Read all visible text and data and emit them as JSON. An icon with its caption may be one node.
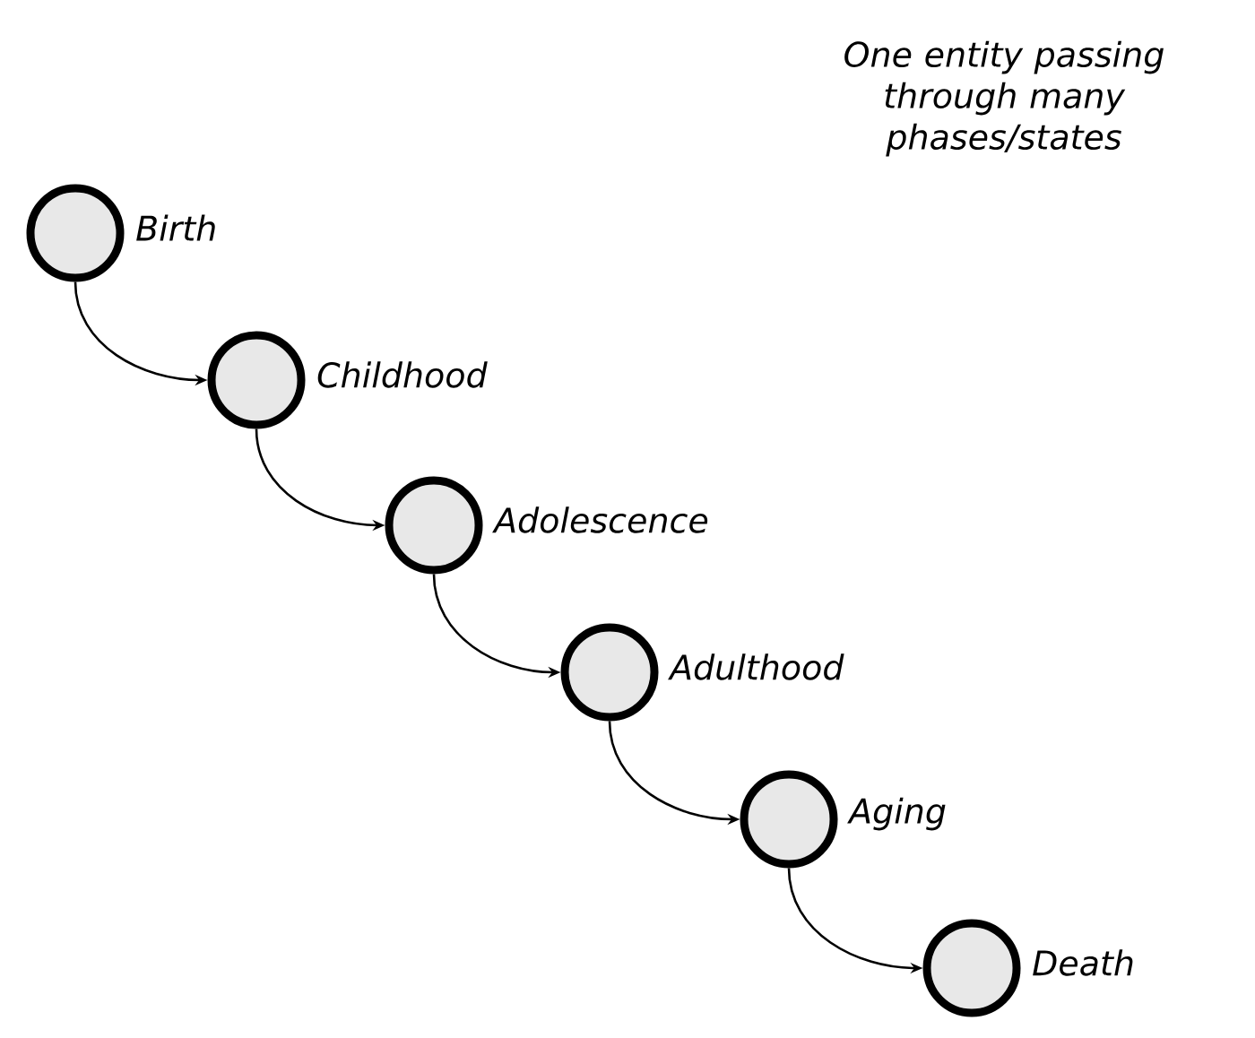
{
  "diagram": {
    "nodes": [
      {
        "text": [],
        "shape": "circle",
        "beside": [
          "Birth"
        ]
      },
      {
        "text": [],
        "shape": "circle",
        "beside": [
          "Childhood"
        ]
      },
      {
        "text": [],
        "shape": "circle",
        "beside": [
          "Adolescence"
        ]
      },
      {
        "text": [],
        "shape": "circle",
        "beside": [
          "Adulthood"
        ]
      },
      {
        "text": [],
        "shape": "circle",
        "beside": [
          "Aging"
        ]
      },
      {
        "text": [],
        "shape": "circle",
        "beside": [
          "Death"
        ]
      }
    ],
    "edges": [
      {
        "from": 0,
        "to": 1,
        "arrow": "to"
      },
      {
        "from": 1,
        "to": 2,
        "arrow": "to"
      },
      {
        "from": 2,
        "to": 3,
        "arrow": "to"
      },
      {
        "from": 3,
        "to": 4,
        "arrow": "to"
      },
      {
        "from": 4,
        "to": 5,
        "arrow": "to"
      }
    ],
    "labels": [
      "One entity passing through many phases/states"
    ]
  }
}
